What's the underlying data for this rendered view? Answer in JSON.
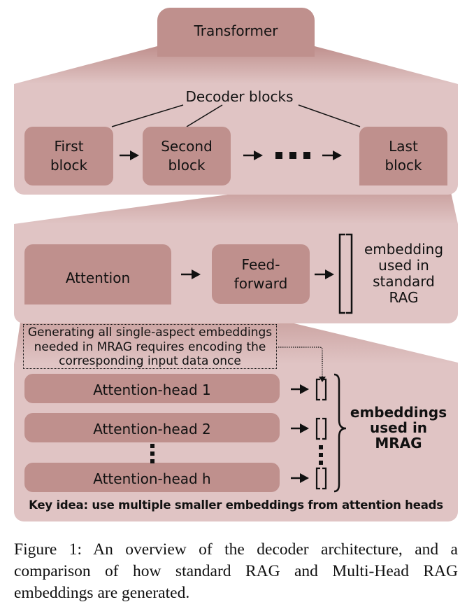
{
  "colors": {
    "block": "#bf908d",
    "panel": "#e0c4c4",
    "text": "#111111"
  },
  "transformer": {
    "title": "Transformer"
  },
  "decoder_panel": {
    "label": "Decoder blocks",
    "blocks": [
      {
        "line1": "First",
        "line2": "block"
      },
      {
        "line1": "Second",
        "line2": "block"
      },
      {
        "line1": "Last",
        "line2": "block"
      }
    ],
    "ellipsis": "■ ■ ■"
  },
  "block_panel": {
    "attention": "Attention",
    "feedforward_line1": "Feed-",
    "feedforward_line2": "forward",
    "embedding_label": [
      "embedding",
      "used in",
      "standard",
      "RAG"
    ]
  },
  "attention_panel": {
    "note": [
      "Generating all single-aspect embeddings",
      "needed in MRAG requires encoding the",
      "corresponding input data once"
    ],
    "heads": [
      "Attention-head 1",
      "Attention-head 2",
      "Attention-head h"
    ],
    "mrag_label": [
      "embeddings",
      "used in",
      "MRAG"
    ],
    "key_idea": "Key idea: use multiple smaller embeddings from attention heads"
  },
  "caption": "Figure 1: An overview of the decoder architecture, and a comparison of how standard RAG and Multi-Head RAG embeddings are generated."
}
